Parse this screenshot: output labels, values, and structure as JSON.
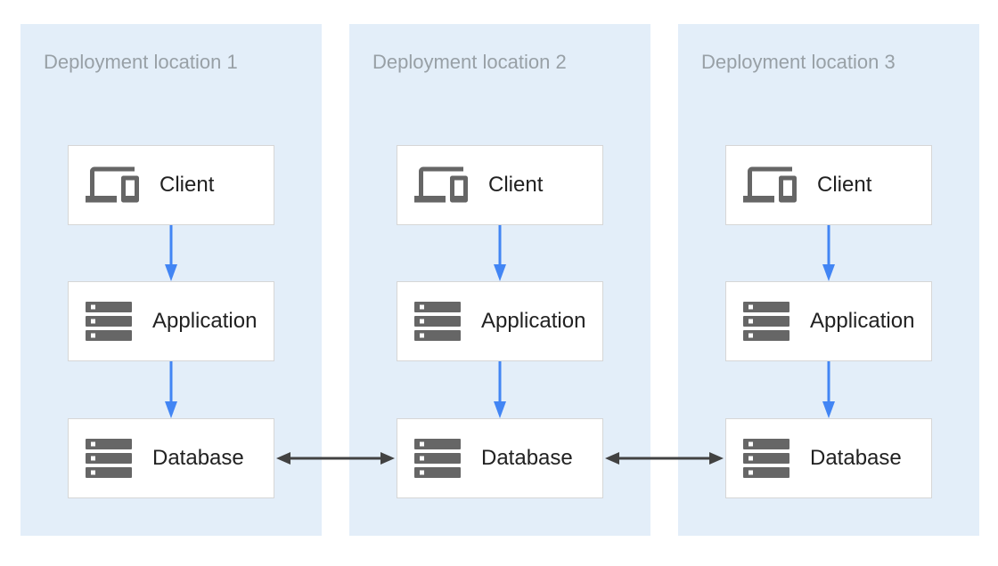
{
  "colors": {
    "page_bg": "#ffffff",
    "panel_bg": "#e3eef9",
    "panel_title": "#98a0a6",
    "box_bg": "#ffffff",
    "box_border": "#d6d6d6",
    "box_text": "#212121",
    "icon_gray": "#666666",
    "flow_arrow": "#4285f4",
    "sync_arrow": "#424242"
  },
  "panels": [
    {
      "title": "Deployment location 1",
      "nodes": [
        {
          "label": "Client",
          "icon": "devices-icon"
        },
        {
          "label": "Application",
          "icon": "server-stack-icon"
        },
        {
          "label": "Database",
          "icon": "server-stack-icon"
        }
      ]
    },
    {
      "title": "Deployment location 2",
      "nodes": [
        {
          "label": "Client",
          "icon": "devices-icon"
        },
        {
          "label": "Application",
          "icon": "server-stack-icon"
        },
        {
          "label": "Database",
          "icon": "server-stack-icon"
        }
      ]
    },
    {
      "title": "Deployment location 3",
      "nodes": [
        {
          "label": "Client",
          "icon": "devices-icon"
        },
        {
          "label": "Application",
          "icon": "server-stack-icon"
        },
        {
          "label": "Database",
          "icon": "server-stack-icon"
        }
      ]
    }
  ],
  "connections": {
    "within_panel": [
      "Client to Application",
      "Application to Database"
    ],
    "between_panels": [
      "Database 1 to Database 2 bidirectional",
      "Database 2 to Database 3 bidirectional"
    ]
  }
}
